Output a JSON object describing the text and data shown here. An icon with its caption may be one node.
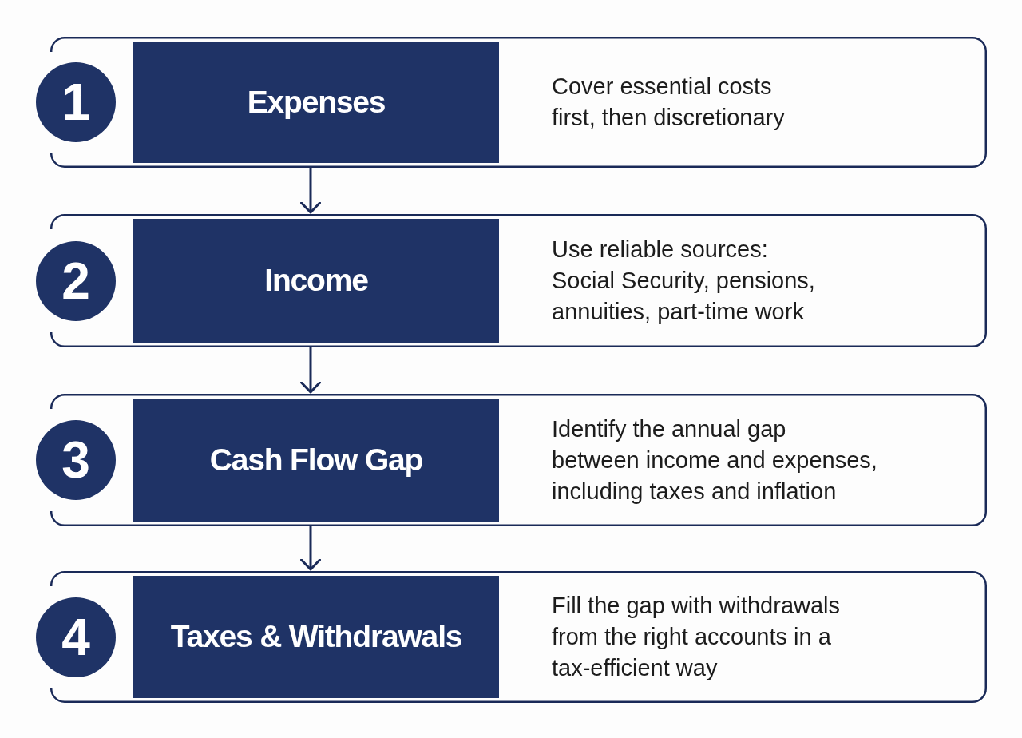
{
  "diagram": {
    "nodes": [
      {
        "text": [
          "1"
        ]
      },
      {
        "text": [
          "Cover essential costs first, then discretionary"
        ]
      },
      {
        "text": [
          "Expenses"
        ],
        "in": 1
      },
      {
        "text": [
          "2"
        ]
      },
      {
        "text": [
          "Use reliable sources: Social Security, pensions, annuities, part-time work"
        ]
      },
      {
        "text": [
          "Income"
        ],
        "in": 4
      },
      {
        "text": [
          "3"
        ]
      },
      {
        "text": [
          "Identify the annual gap between income and expenses, including taxes and inflation"
        ]
      },
      {
        "text": [
          "Cash Flow Gap"
        ],
        "in": 7
      },
      {
        "text": [
          "4"
        ]
      },
      {
        "text": [
          "Fill the gap with withdrawals from the right accounts in a tax-efficient way"
        ]
      },
      {
        "text": [
          "Taxes & Withdrawals"
        ],
        "in": 10
      }
    ],
    "edges": [
      {
        "from": 1,
        "to": 4,
        "arrow": "to"
      },
      {
        "from": 4,
        "to": 7,
        "arrow": "to"
      },
      {
        "from": 7,
        "to": 10,
        "arrow": "to"
      }
    ]
  }
}
